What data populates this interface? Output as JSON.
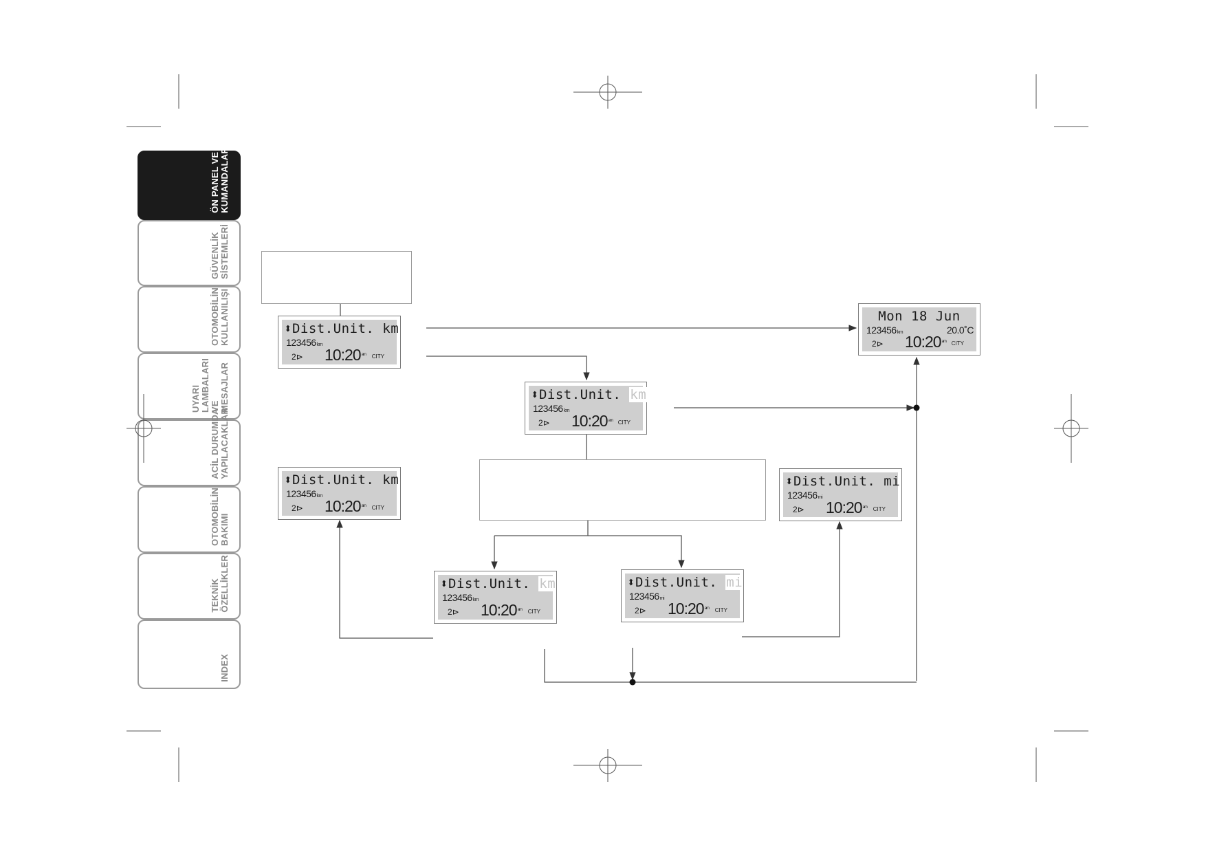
{
  "sidebar": {
    "tabs": [
      {
        "label": "ÖN PANEL VE\nKUMANDALAR",
        "active": true
      },
      {
        "label": "GÜVENLİK\nSİSTEMLERİ",
        "active": false
      },
      {
        "label": "OTOMOBİLİN\nKULLANILIŞI",
        "active": false
      },
      {
        "label": "UYARI\nLAMBALARI VE\nMESAJLAR",
        "active": false
      },
      {
        "label": "ACİL DURUMDA\nYAPILACAKLAR",
        "active": false
      },
      {
        "label": "OTOMOBİLİN\nBAKIMI",
        "active": false
      },
      {
        "label": "TEKNİK\nÖZELLİKLER",
        "active": false
      },
      {
        "label": "INDEX",
        "active": false
      }
    ]
  },
  "displays": {
    "start": {
      "top_text": "Dist.Unit. km",
      "odometer": "123456",
      "odo_unit": "km",
      "gear": "2",
      "time": "10:20",
      "ampm": "am",
      "mode": "CITY"
    },
    "select": {
      "top_text": "Dist.Unit.",
      "blink_unit": "km",
      "odometer": "123456",
      "odo_unit": "km",
      "gear": "2",
      "time": "10:20",
      "ampm": "am",
      "mode": "CITY"
    },
    "option_km": {
      "top_text": "Dist.Unit.",
      "blink_unit": "km",
      "odometer": "123456",
      "odo_unit": "km",
      "gear": "2",
      "time": "10:20",
      "ampm": "am",
      "mode": "CITY"
    },
    "option_mi": {
      "top_text": "Dist.Unit.",
      "blink_unit": "mi",
      "odometer": "123456",
      "odo_unit": "mi",
      "gear": "2",
      "time": "10:20",
      "ampm": "am",
      "mode": "CITY"
    },
    "result_km": {
      "top_text": "Dist.Unit. km",
      "odometer": "123456",
      "odo_unit": "km",
      "gear": "2",
      "time": "10:20",
      "ampm": "am",
      "mode": "CITY"
    },
    "result_mi": {
      "top_text": "Dist.Unit. mi",
      "odometer": "123456",
      "odo_unit": "mi",
      "gear": "2",
      "time": "10:20",
      "ampm": "am",
      "mode": "CITY"
    },
    "standard": {
      "top_text": "Mon 18 Jun",
      "odometer": "123456",
      "odo_unit": "km",
      "temperature": "20.0˚C",
      "gear": "2",
      "time": "10:20",
      "ampm": "am",
      "mode": "CITY"
    }
  },
  "colors": {
    "active_tab": "#1b1b1b",
    "tab_border": "#9a9a9a",
    "lcd_background": "#cfcfcf",
    "lines": "#555555"
  },
  "icons": {
    "scroll": "up-down-arrows-icon",
    "gear": "gear-arrow-icon",
    "crop_marks": "registration-mark-icon"
  }
}
